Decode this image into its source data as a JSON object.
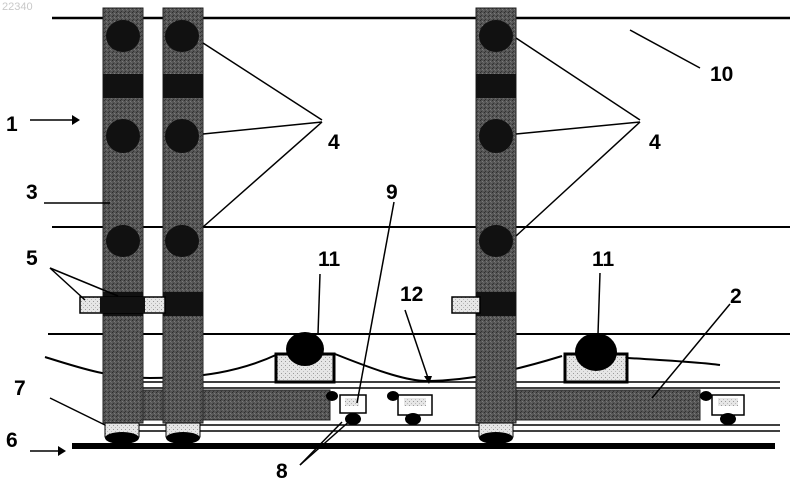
{
  "watermark": "22340",
  "labels": {
    "l1": "1",
    "l2": "2",
    "l3": "3",
    "l4a": "4",
    "l4b": "4",
    "l5": "5",
    "l6": "6",
    "l7": "7",
    "l8": "8",
    "l9": "9",
    "l10": "10",
    "l11a": "11",
    "l11b": "11",
    "l12": "12"
  },
  "colors": {
    "ink": "#000000",
    "column_fill": "#4d4d4d",
    "band": "#111111",
    "background": "#ffffff"
  }
}
